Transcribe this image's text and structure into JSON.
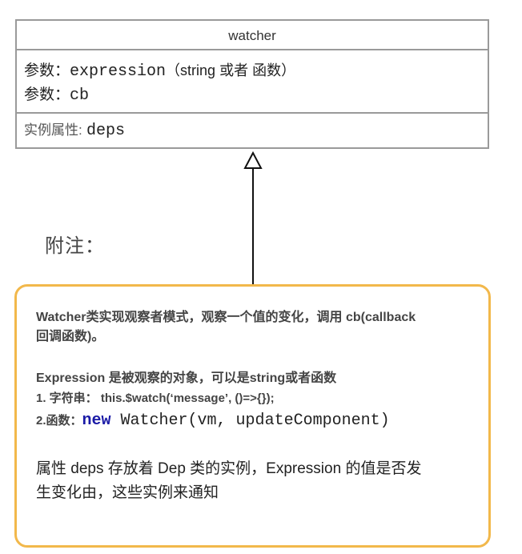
{
  "uml": {
    "class_name": "watcher",
    "param1_label": "参数：",
    "param1_name": "expression",
    "param1_type": "（string 或者 函数）",
    "param2_label": "参数：",
    "param2_name": "cb",
    "attr_label": "实例属性:",
    "attr_name": "deps"
  },
  "side_note": {
    "label": "附注："
  },
  "note": {
    "line1": "Watcher类实现观察者模式，观察一个值的变化，调用 cb(callback",
    "line2": "回调函数)。",
    "line3": "Expression 是被观察的对象，可以是string或者函数",
    "line4": "1. 字符串：   this.$watch(‘message’, ()=>{});",
    "line5_lead": "2.函数：",
    "line5_keyword": "new",
    "line5_code": " Watcher(vm, updateComponent)",
    "line6": "属性 deps 存放着 Dep 类的实例，Expression 的值是否发",
    "line7": "生变化由，这些实例来通知"
  },
  "colors": {
    "box_border": "#9a9a9a",
    "note_border": "#f2b84b",
    "keyword": "#1a1aa6"
  }
}
